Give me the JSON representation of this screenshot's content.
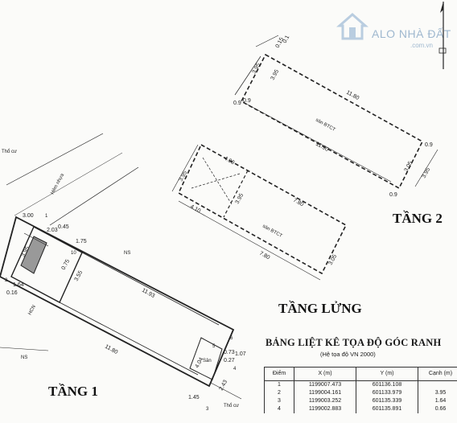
{
  "watermark": {
    "brand": "ALO NHÀ ĐẤT",
    "domain": ".com.vn",
    "colors": {
      "text": "#9fb8cf",
      "house": "#b9cde0"
    }
  },
  "floors": {
    "tang1": "TẦNG 1",
    "tang2": "TẦNG 2",
    "tang_lung": "TẦNG LỬNG"
  },
  "labels": {
    "tho_cu_top": "Thổ cư",
    "tho_cu_bottom": "Thổ cư",
    "hem_nhua": "Hẻm nhựa",
    "san": "Sân",
    "san_btct_1": "sàn BTCT",
    "san_btct_2": "sàn BTCT",
    "ns_1": "NS",
    "ns_2": "NS",
    "hc_code": "HCN",
    "point_1": "1",
    "point_2": "2",
    "point_3": "3",
    "point_4": "4",
    "point_5": "5",
    "point_6": "6",
    "point_10": "10"
  },
  "dimensions": {
    "t1_3_00": "3.00",
    "t1_0_45": "0.45",
    "t1_2_03": "2.03",
    "t1_3_95": "3.95",
    "t1_1_75": "1.75",
    "t1_0_75": "0.75",
    "t1_3_55": "3.55",
    "t1_1_64": "1.64",
    "t1_0_16": "0.16",
    "t1_11_93": "11.93",
    "t1_11_80": "11.80",
    "t1_4_04": "4.04",
    "t1_0_73": "0.73",
    "t1_1_07": "1.07",
    "t1_2_43": "2.43",
    "t1_1_45": "1.45",
    "t1_0_27": "0.27",
    "tl_4_00": "4.00",
    "tl_3_95": "3.95",
    "tl_4_10": "4.10",
    "tl_3_95b": "3.95",
    "tl_7_80a": "7.80",
    "tl_7_80b": "7.80",
    "tl_3_05": "3.05",
    "t2_3_95a": "3.95",
    "t2_3_95b": "3.95",
    "t2_0_9a": "0.9",
    "t2_0_9b": "0.9",
    "t2_11_80": "11.80",
    "t2_11_90": "11.90",
    "t2_0_9c": "0.9",
    "t2_3_95c": "3.95",
    "t2_0_9d": "0.9",
    "t2_0_15": "0.15",
    "t2_0_1": "0.1",
    "t2_3_05": "3.05"
  },
  "coord_table": {
    "title": "BẢNG LIỆT KÊ TỌA ĐỘ GÓC RANH",
    "subtitle": "(Hệ tọa độ VN 2000)",
    "headers": [
      "Điểm",
      "X (m)",
      "Y (m)",
      "Cạnh (m)"
    ],
    "rows": [
      [
        "1",
        "1199007.473",
        "601136.108",
        ""
      ],
      [
        "2",
        "1199004.161",
        "601133.979",
        "3.95"
      ],
      [
        "3",
        "1199003.252",
        "601135.339",
        "1.64"
      ],
      [
        "4",
        "1199002.883",
        "601135.891",
        "0.66"
      ]
    ]
  }
}
